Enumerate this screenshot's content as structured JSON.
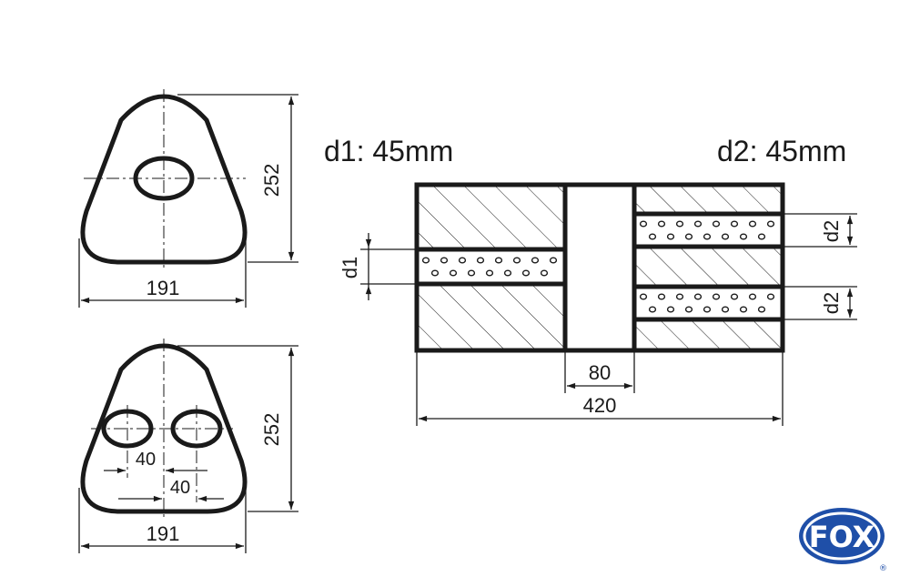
{
  "top_view": {
    "width_label": "191",
    "height_label": "252"
  },
  "bottom_view": {
    "width_label": "191",
    "height_label": "252",
    "spacing_h_label": "40",
    "spacing_v_label": "40"
  },
  "side_view": {
    "d1_title": "d1: 45mm",
    "d2_title": "d2: 45mm",
    "d1_dim_label": "d1",
    "d2_dim_label_upper": "d2",
    "d2_dim_label_lower": "d2",
    "chamber_label": "80",
    "length_label": "420"
  },
  "logo": {
    "text": "FOX",
    "registered": "®",
    "color": "#1f4fa8"
  }
}
